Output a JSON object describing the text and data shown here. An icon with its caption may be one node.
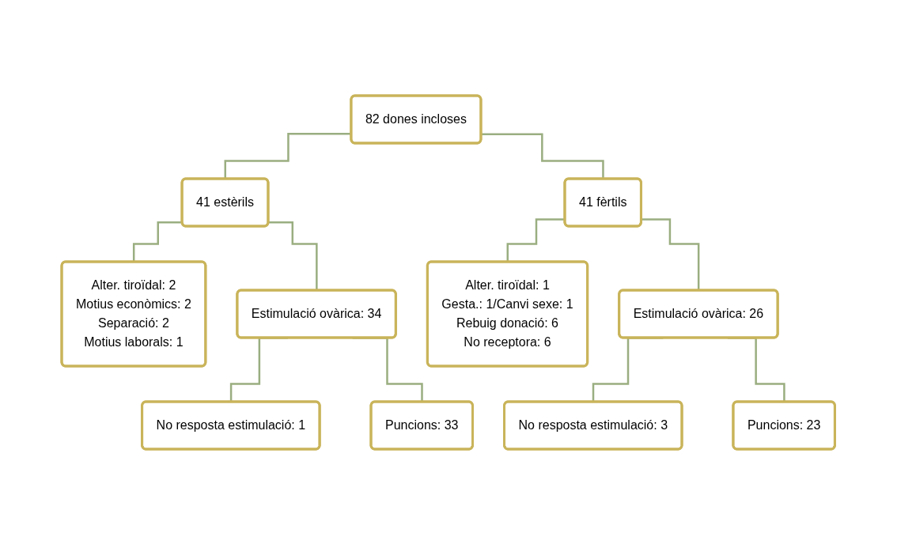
{
  "diagram": {
    "nodes": [
      {
        "text": [
          "82 dones incloses"
        ]
      },
      {
        "text": [
          "41 estèrils"
        ]
      },
      {
        "text": [
          "41 fèrtils"
        ]
      },
      {
        "text": [
          "Alter. tiroïdal: 2",
          "Motius econòmics: 2",
          "Separació: 2",
          "Motius laborals: 1"
        ]
      },
      {
        "text": [
          "Estimulació ovàrica: 34"
        ]
      },
      {
        "text": [
          "Alter. tiroïdal: 1",
          "Gesta.: 1/Canvi sexe: 1",
          "Rebuig donació: 6",
          "No receptora: 6"
        ]
      },
      {
        "text": [
          "Estimulació ovàrica: 26"
        ]
      },
      {
        "text": [
          "No resposta estimulació: 1"
        ]
      },
      {
        "text": [
          "Puncions: 33"
        ]
      },
      {
        "text": [
          "No resposta estimulació: 3"
        ]
      },
      {
        "text": [
          "Puncions: 23"
        ]
      }
    ],
    "edges": [
      {
        "from": 0,
        "to": 1,
        "arrow": "none"
      },
      {
        "from": 0,
        "to": 2,
        "arrow": "none"
      },
      {
        "from": 1,
        "to": 3,
        "arrow": "none"
      },
      {
        "from": 1,
        "to": 4,
        "arrow": "none"
      },
      {
        "from": 2,
        "to": 5,
        "arrow": "none"
      },
      {
        "from": 2,
        "to": 6,
        "arrow": "none"
      },
      {
        "from": 4,
        "to": 7,
        "arrow": "none"
      },
      {
        "from": 4,
        "to": 8,
        "arrow": "none"
      },
      {
        "from": 6,
        "to": 9,
        "arrow": "none"
      },
      {
        "from": 6,
        "to": 10,
        "arrow": "none"
      }
    ]
  }
}
